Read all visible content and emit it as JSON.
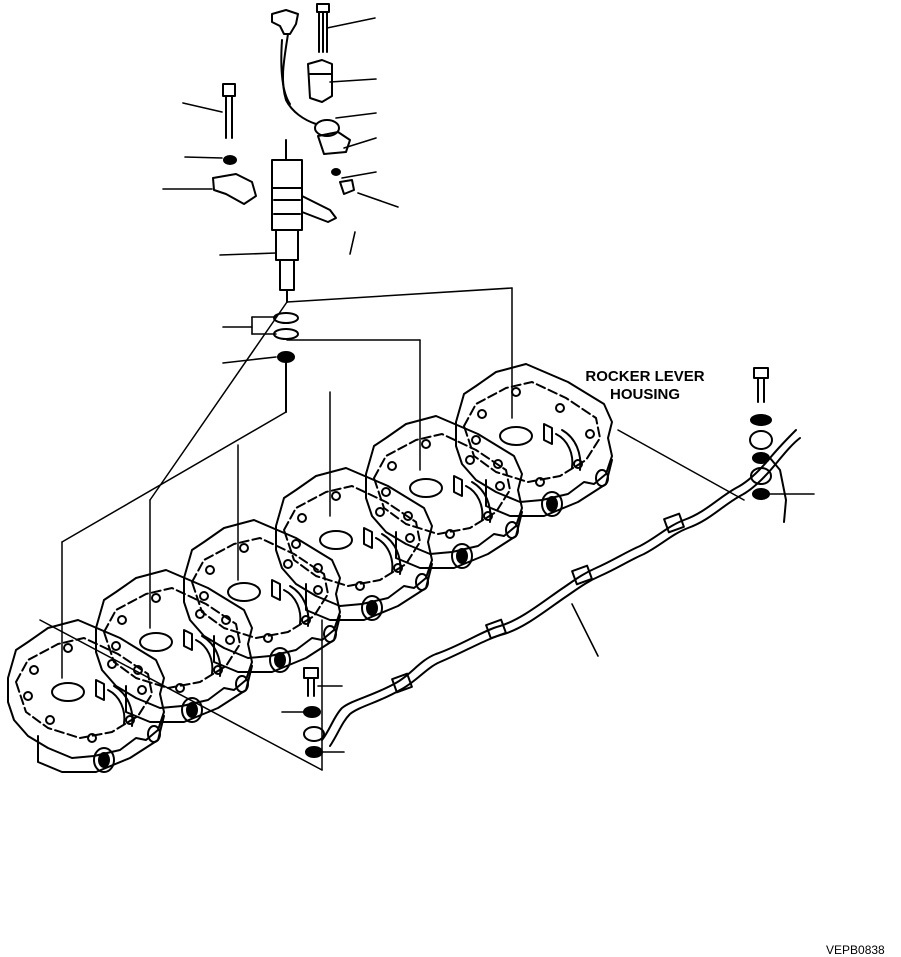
{
  "labels": {
    "rocker_line1": "ROCKER LEVER",
    "rocker_line2": "HOUSING"
  },
  "drawing_code": "VEPB0838"
}
